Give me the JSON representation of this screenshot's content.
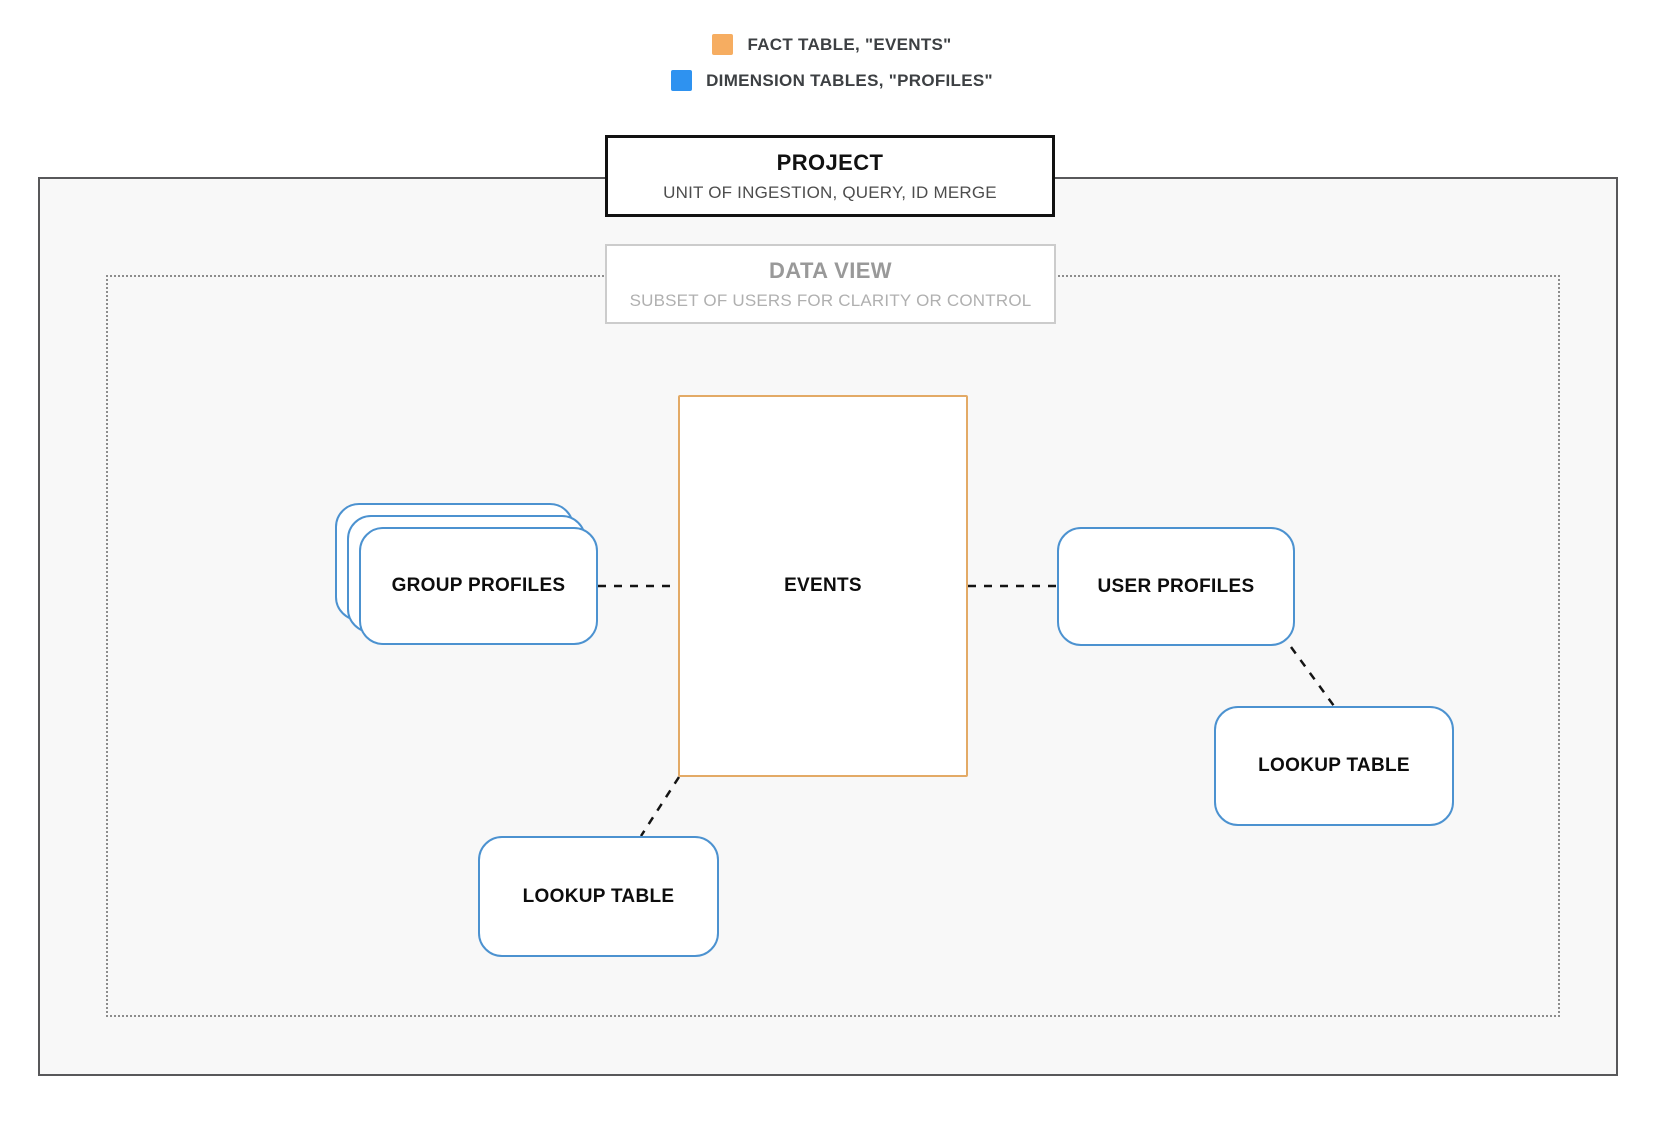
{
  "legend": {
    "items": [
      {
        "icon": "fact-table-swatch",
        "color": "#f6ad61",
        "label": "FACT TABLE, \"EVENTS\""
      },
      {
        "icon": "dimension-table-swatch",
        "color": "#2e92f0",
        "label": "DIMENSION TABLES, \"PROFILES\""
      }
    ]
  },
  "project": {
    "title": "PROJECT",
    "subtitle": "UNIT OF INGESTION, QUERY, ID MERGE"
  },
  "data_view": {
    "title": "DATA VIEW",
    "subtitle": "SUBSET OF USERS FOR CLARITY OR CONTROL"
  },
  "nodes": {
    "events": {
      "label": "EVENTS",
      "border_color": "#e3aa66"
    },
    "group_profiles": {
      "label": "GROUP PROFILES",
      "border_color": "#4c92d0"
    },
    "user_profiles": {
      "label": "USER PROFILES",
      "border_color": "#4c92d0"
    },
    "lookup_left": {
      "label": "LOOKUP TABLE",
      "border_color": "#4c92d0"
    },
    "lookup_right": {
      "label": "LOOKUP TABLE",
      "border_color": "#4c92d0"
    }
  }
}
